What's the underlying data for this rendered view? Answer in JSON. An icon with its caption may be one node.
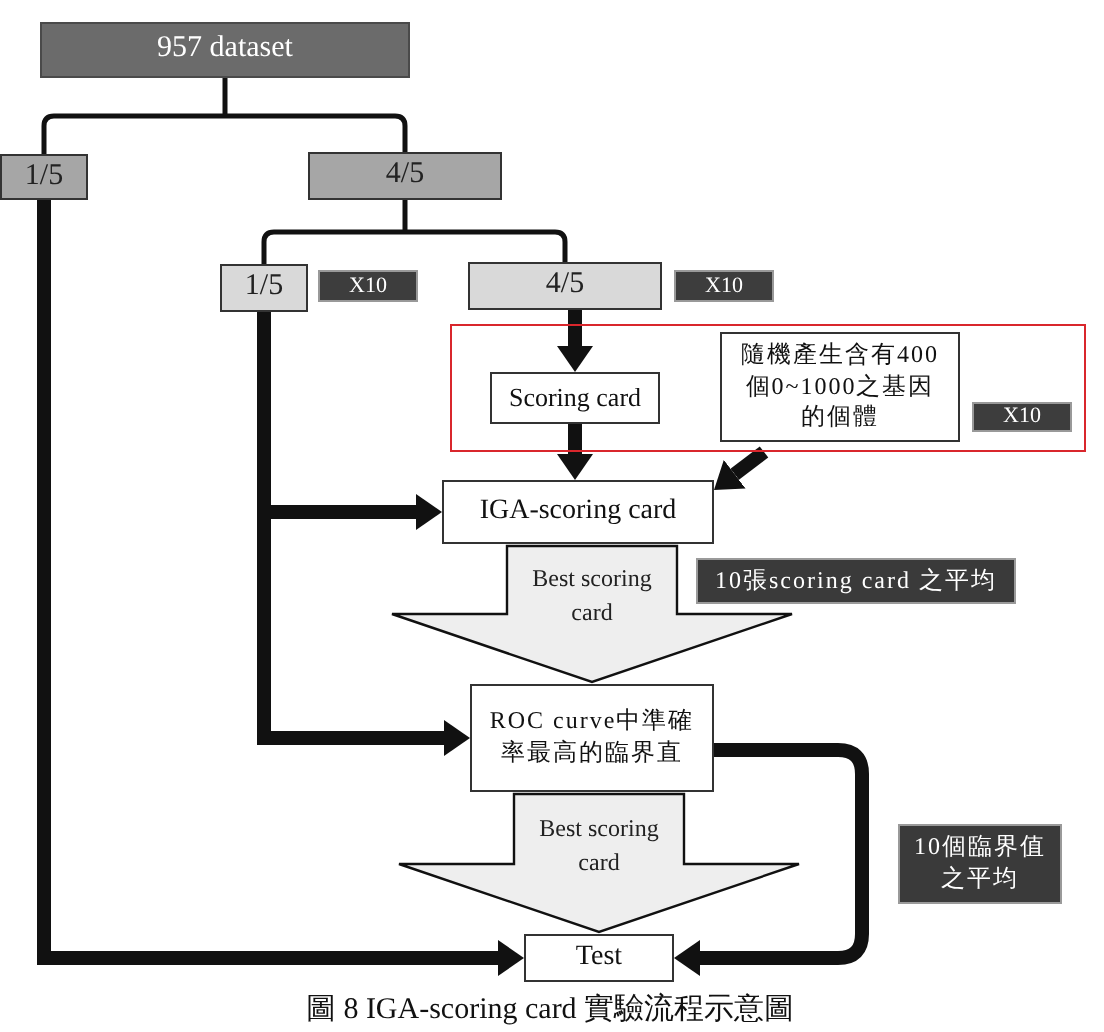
{
  "diagram": {
    "caption": "圖 8 IGA-scoring card 實驗流程示意圖",
    "nodes": [
      {
        "text": [
          "957 dataset"
        ]
      },
      {
        "text": [
          "1/5"
        ]
      },
      {
        "text": [
          "4/5"
        ]
      },
      {
        "text": [
          "1/5"
        ]
      },
      {
        "text": [
          "X10"
        ]
      },
      {
        "text": [
          "4/5"
        ]
      },
      {
        "text": [
          "X10"
        ]
      },
      {
        "text": [],
        "shape": "box"
      },
      {
        "text": [
          "Scoring card"
        ],
        "in": 7
      },
      {
        "text": [
          "隨機產生含有400個0~1000之基因的個體"
        ],
        "in": 7
      },
      {
        "text": [
          "X10"
        ],
        "in": 7
      },
      {
        "text": [
          "IGA-scoring card"
        ]
      },
      {
        "text": [
          "10張scoring card 之平均"
        ]
      },
      {
        "text": [
          "ROC curve中準確率最高的臨界直"
        ]
      },
      {
        "text": [
          "10個臨界值之平均"
        ]
      },
      {
        "text": [
          "Test"
        ]
      }
    ],
    "edges": [
      {
        "from": 0,
        "to": 1,
        "arrow": "none"
      },
      {
        "from": 0,
        "to": 2,
        "arrow": "none"
      },
      {
        "from": 2,
        "to": 3,
        "arrow": "none"
      },
      {
        "from": 2,
        "to": 5,
        "arrow": "none"
      },
      {
        "from": 1,
        "to": 15,
        "arrow": "to"
      },
      {
        "from": 3,
        "to": 11,
        "arrow": "to"
      },
      {
        "from": 3,
        "to": 13,
        "arrow": "to"
      },
      {
        "from": 5,
        "to": 8,
        "arrow": "to"
      },
      {
        "from": 8,
        "to": 11,
        "arrow": "to"
      },
      {
        "from": 7,
        "to": 11,
        "arrow": "to"
      },
      {
        "from": 11,
        "to": 13,
        "arrow": "to",
        "label": "Best scoring card"
      },
      {
        "from": 13,
        "to": 15,
        "arrow": "to",
        "label": "Best scoring card"
      },
      {
        "from": 13,
        "to": 15,
        "arrow": "to"
      }
    ]
  }
}
